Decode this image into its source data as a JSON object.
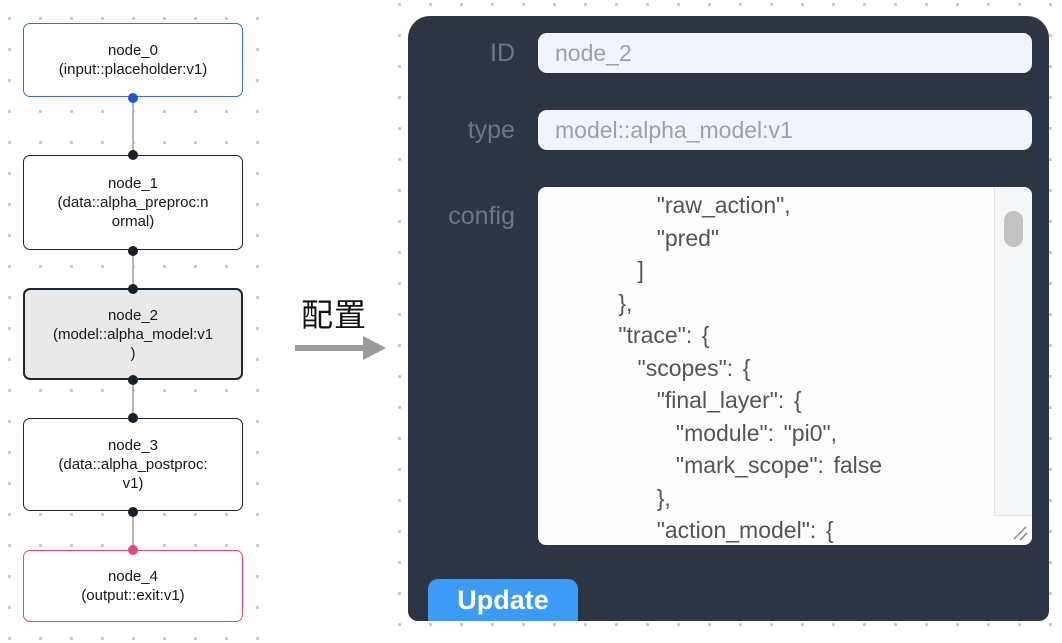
{
  "flow": {
    "nodes": [
      {
        "id": "node_0",
        "lines": [
          "node_0",
          "(input::placeholder:v1)"
        ],
        "border_color": "#3a6ed8",
        "fill": "#ffffff",
        "selected": false,
        "ports": [
          {
            "side": "bottom",
            "color": "#2055cf"
          }
        ]
      },
      {
        "id": "node_1",
        "lines": [
          "node_1",
          "(data::alpha_preproc:n",
          "ormal)"
        ],
        "border_color": "#20262f",
        "fill": "#ffffff",
        "selected": false,
        "ports": [
          {
            "side": "top",
            "color": "#18202e"
          },
          {
            "side": "bottom",
            "color": "#18202e"
          }
        ]
      },
      {
        "id": "node_2",
        "lines": [
          "node_2",
          "(model::alpha_model:v1",
          ")"
        ],
        "border_color": "#20262f",
        "fill": "#e9e9e9",
        "selected": true,
        "ports": [
          {
            "side": "top",
            "color": "#18202e"
          },
          {
            "side": "bottom",
            "color": "#18202e"
          }
        ]
      },
      {
        "id": "node_3",
        "lines": [
          "node_3",
          "(data::alpha_postproc:",
          "v1)"
        ],
        "border_color": "#20262f",
        "fill": "#ffffff",
        "selected": false,
        "ports": [
          {
            "side": "top",
            "color": "#18202e"
          },
          {
            "side": "bottom",
            "color": "#18202e"
          }
        ]
      },
      {
        "id": "node_4",
        "lines": [
          "node_4",
          "(output::exit:v1)"
        ],
        "border_color": "#e8457e",
        "fill": "#ffffff",
        "selected": false,
        "ports": [
          {
            "side": "top",
            "color": "#e8457e"
          }
        ]
      }
    ],
    "edges": [
      {
        "from": "node_0",
        "to": "node_1"
      },
      {
        "from": "node_1",
        "to": "node_2"
      },
      {
        "from": "node_2",
        "to": "node_3"
      },
      {
        "from": "node_3",
        "to": "node_4"
      }
    ]
  },
  "annotation": {
    "label": "配置"
  },
  "panel": {
    "fields": {
      "id": {
        "label": "ID",
        "value": "node_2"
      },
      "type": {
        "label": "type",
        "value": "model::alpha_model:v1"
      },
      "config": {
        "label": "config",
        "lines": [
          "        \"raw_action\",",
          "        \"pred\"",
          "      ]",
          "    },",
          "    \"trace\": {",
          "      \"scopes\": {",
          "        \"final_layer\": {",
          "          \"module\": \"pi0\",",
          "          \"mark_scope\": false",
          "        },",
          "        \"action_model\": {"
        ]
      }
    },
    "update_label": "Update"
  },
  "colors": {
    "panel_bg": "#2d3543",
    "field_bg": "#f2f4f9",
    "field_text": "#99a1ad",
    "label_text": "#6d7686",
    "editor_text": "#50555c",
    "button_bg": "#3e9af7",
    "button_text": "#ffffff",
    "canvas_dot": "#c7c7c7",
    "edge": "#b5b5b5",
    "node_text": "#15181d",
    "accent_blue": "#3a6ed8",
    "accent_pink": "#e8457e",
    "selected_fill": "#e9e9e9"
  }
}
